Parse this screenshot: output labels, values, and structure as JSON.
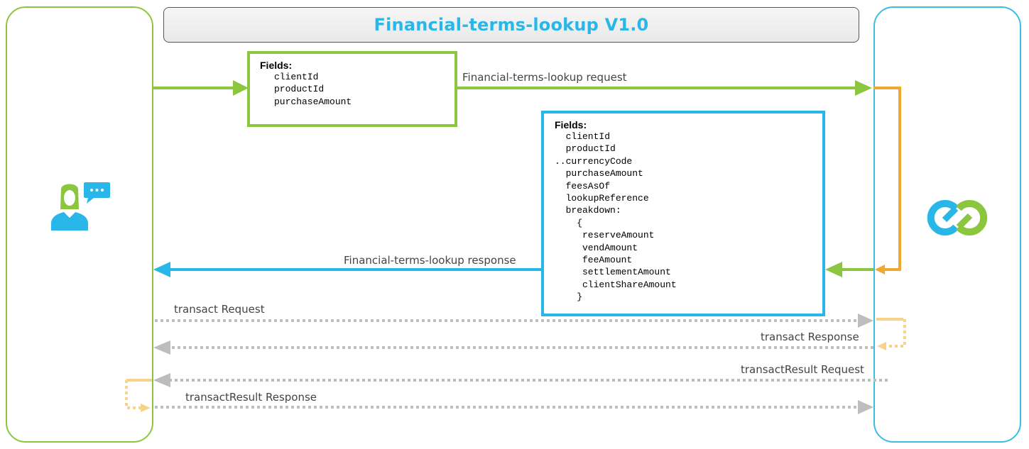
{
  "title": "Financial-terms-lookup V1.0",
  "colors": {
    "client_lane": "#8cc63f",
    "service_lane": "#3bbde4",
    "request_arrow": "#8cc63f",
    "response_arrow": "#29b6e8",
    "internal_process": "#f0a830",
    "future_steps": "#bdbdbd",
    "future_internal": "#f7d28a"
  },
  "request_box": {
    "heading": "Fields:",
    "fields": [
      "clientId",
      "productId",
      "purchaseAmount"
    ]
  },
  "response_box": {
    "heading": "Fields:",
    "fields": [
      "  clientId",
      "  productId",
      "..currencyCode",
      "  purchaseAmount",
      "  feesAsOf",
      "  lookupReference",
      "  breakdown:",
      "    {",
      "     reserveAmount",
      "     vendAmount",
      "     feeAmount",
      "     settlementAmount",
      "     clientShareAmount",
      "    }"
    ]
  },
  "flows": {
    "lookup_request": "Financial-terms-lookup request",
    "lookup_response": "Financial-terms-lookup response",
    "transact_request": "transact Request",
    "transact_response": "transact Response",
    "transact_result_request": "transactResult Request",
    "transact_result_response": "transactResult Response"
  },
  "icons": {
    "client": "user-chat-icon",
    "service": "loop-logo-icon"
  }
}
